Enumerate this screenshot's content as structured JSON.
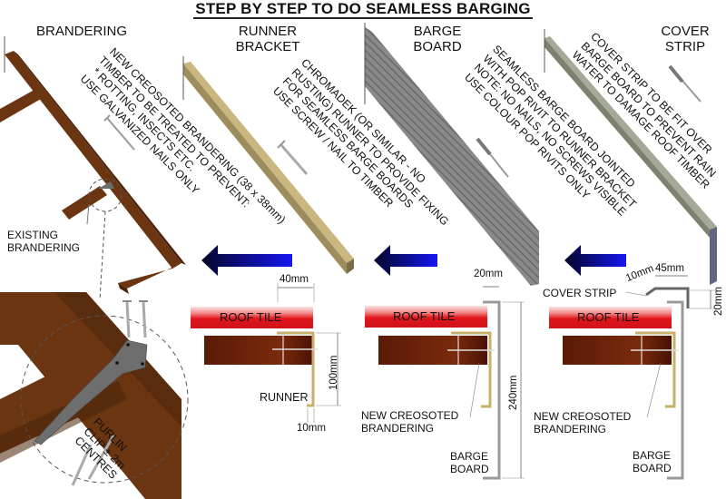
{
  "title": "STEP BY STEP TO DO SEAMLESS BARGING",
  "steps": [
    {
      "heading": "BRANDERING",
      "note_lines": [
        "NEW CREOSOTED BRANDERING (38 x 38mm)",
        "TIMBER TO BE TREATED TO PREVENT:",
        "* ROTTING, INSECTS ETC.",
        "USE GALVANIZED NAILS ONLY"
      ],
      "callouts": {
        "existing": [
          "EXISTING",
          "BRANDERING"
        ],
        "clip": [
          "PURLIN",
          "CLIP ± 2m",
          "CENTRES"
        ]
      }
    },
    {
      "heading_lines": [
        "RUNNER",
        "BRACKET"
      ],
      "note_lines": [
        "CHROMADEK (OR SIMILAR - NO",
        "RUSTING) RUNNER TO PROVIDE FIXING",
        "FOR SEAMLESS BARGE BOARDS",
        "USE SCREW / NAIL TO TIMBER"
      ],
      "section": {
        "tile": "ROOF TILE",
        "runner_label": "RUNNER",
        "dims": {
          "width": "40mm",
          "height": "100mm",
          "lip": "10mm"
        }
      }
    },
    {
      "heading_lines": [
        "BARGE",
        "BOARD"
      ],
      "note_lines": [
        "SEAMLESS BARGE BOARD JOINTED",
        "WITH POP RIVIT TO RUNNER BRACKET",
        "NOTE: NO NAILS, NO SCREWS VISIBLE",
        "USE COLOUR POP RIVITS ONLY"
      ],
      "section": {
        "tile": "ROOF TILE",
        "brandering_label": [
          "NEW CREOSOTED",
          "BRANDERING"
        ],
        "board_label": [
          "BARGE",
          "BOARD"
        ],
        "dims": {
          "gap": "20mm",
          "height": "240mm"
        }
      }
    },
    {
      "heading_lines": [
        "COVER",
        "STRIP"
      ],
      "note_lines": [
        "COVER STRIP TO BE FIT OVER",
        "BARGE BOARD TO PREVENT RAIN",
        "WATER TO DAMAGE ROOF TIMBER"
      ],
      "section": {
        "tile": "ROOF TILE",
        "cover_label": "COVER STRIP",
        "brandering_label": [
          "NEW CREOSOTED",
          "BRANDERING"
        ],
        "board_label": [
          "BARGE",
          "BOARD"
        ],
        "dims": {
          "lip": "10mm",
          "width": "45mm",
          "drop": "20mm"
        }
      }
    }
  ],
  "colors": {
    "timber": "#6b3512",
    "timber_dark": "#4a230a",
    "runner": "#c9b77f",
    "barge": "#7a7a7a",
    "cover": "#8a8f80",
    "cover_edge": "#5e6680",
    "tile": "#e01a1f",
    "arrow_dark": "#05052a",
    "arrow_light": "#1414f0",
    "clip": "#6e6e6e"
  }
}
